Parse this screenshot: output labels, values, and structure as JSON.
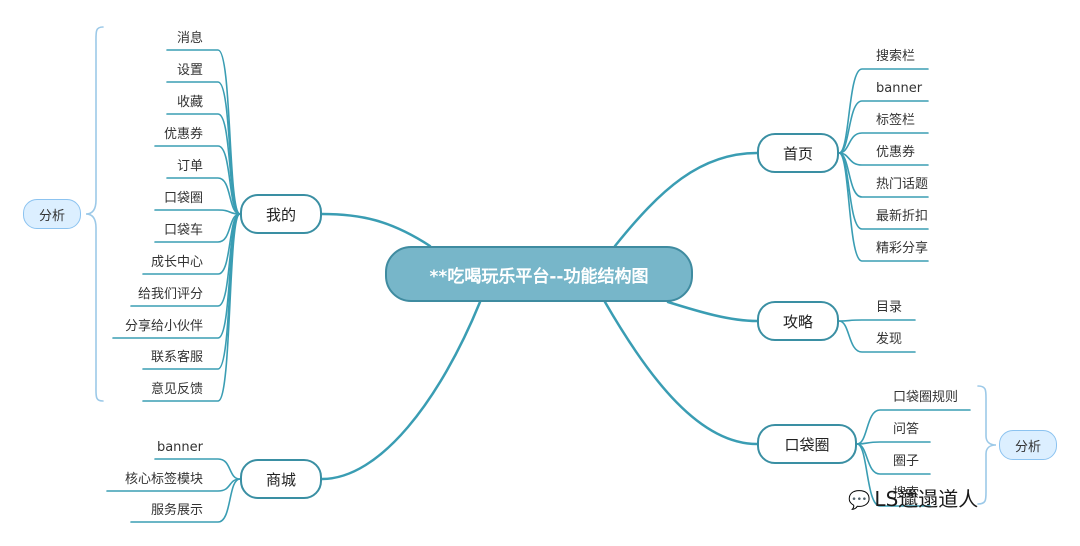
{
  "center": "**吃喝玩乐平台--功能结构图",
  "analysis_label": "分析",
  "branches": {
    "home": {
      "label": "首页",
      "items": [
        "搜索栏",
        "banner",
        "标签栏",
        "优惠券",
        "热门话题",
        "最新折扣",
        "精彩分享"
      ]
    },
    "guide": {
      "label": "攻略",
      "items": [
        "目录",
        "发现"
      ]
    },
    "pocket": {
      "label": "口袋圈",
      "items": [
        "口袋圈规则",
        "问答",
        "圈子",
        "搜索"
      ]
    },
    "mine": {
      "label": "我的",
      "items": [
        "消息",
        "设置",
        "收藏",
        "优惠券",
        "订单",
        "口袋圈",
        "口袋车",
        "成长中心",
        "给我们评分",
        "分享给小伙伴",
        "联系客服",
        "意见反馈"
      ]
    },
    "mall": {
      "label": "商城",
      "items": [
        "banner",
        "核心标签模块",
        "服务展示"
      ]
    }
  },
  "colors": {
    "line": "#3a9db3",
    "bracket": "#9cc9e8",
    "center_fill": "#77b6c9",
    "tag_fill": "#dcefff"
  },
  "watermark": "LS邋遢道人"
}
